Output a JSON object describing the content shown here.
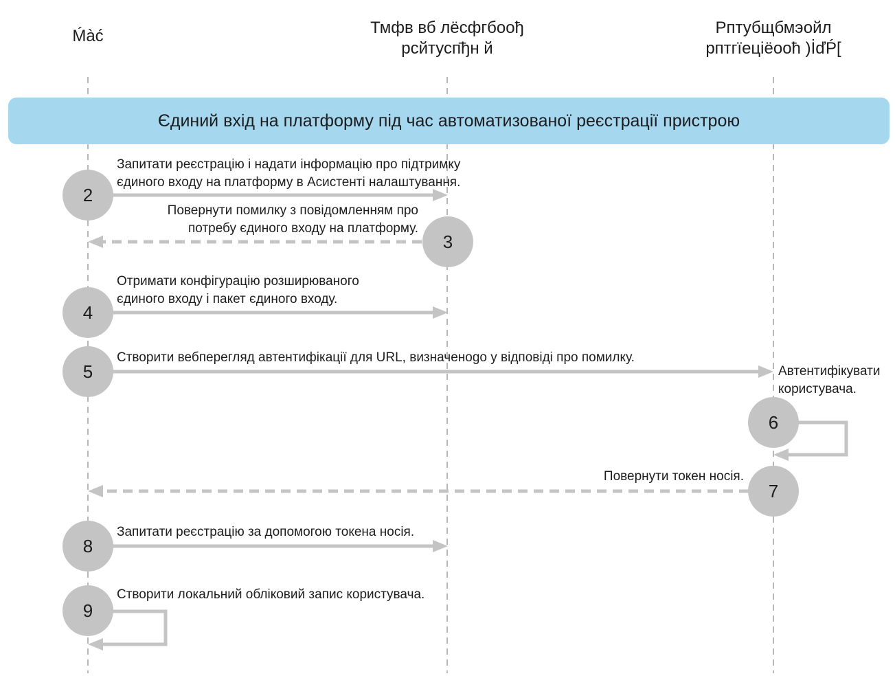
{
  "columns": {
    "mac": "Ḿàć",
    "device_service": [
      "Тмфв вб лёсфгбоођ",
      "рсйтусп̄ђн й"
    ],
    "identity_provider": [
      "Рптубщбмэойл",
      "рптгїеціёооћ )İďṔ["
    ]
  },
  "banner": {
    "title": "Єдиний вхід на платформу під час автоматизованої реєстрації пристрою"
  },
  "steps": [
    {
      "number": "2",
      "text": [
        "Запитати реєстрацію і надати інформацію про підтримку",
        "єдиного входу на платформу в Асистенті налаштування."
      ]
    },
    {
      "number": "3",
      "text": [
        "Повернути помилку з повідомленням про",
        "потребу єдиного входу на платформу."
      ]
    },
    {
      "number": "4",
      "text": [
        "Отримати конфігурацію розширюваного",
        "єдиного входу і пакет єдиного входу."
      ]
    },
    {
      "number": "5",
      "text": [
        "Створити вебперегляд автентифікації для URL, визначенogo у відповіді про помилку."
      ]
    },
    {
      "number": "6",
      "text": [
        "Автентифікувати",
        "користувача."
      ]
    },
    {
      "number": "7",
      "text": [
        "Повернути токен носія."
      ]
    },
    {
      "number": "8",
      "text": [
        "Запитати реєстрацію за допомогою токена носія."
      ]
    },
    {
      "number": "9",
      "text": [
        "Створити локальний обліковий запис користувача."
      ]
    }
  ],
  "colors": {
    "banner": "#a5d8ef",
    "step_circle": "#c4c4c4",
    "arrow": "#c4c4c4",
    "lifeline": "#b8b8b8"
  }
}
